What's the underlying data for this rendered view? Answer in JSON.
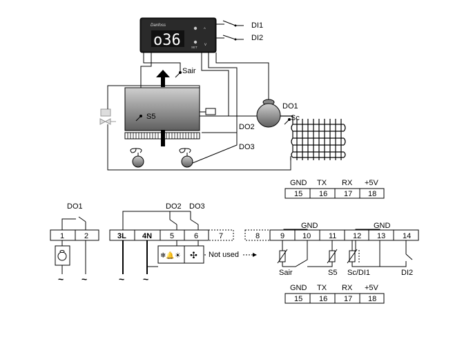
{
  "controller": {
    "brand": "Danfoss",
    "display": "o36",
    "set_label": "SET"
  },
  "top_diagram": {
    "di1": "DI1",
    "di2": "DI2",
    "sair": "Sair",
    "s5": "S5",
    "do1": "DO1",
    "sc": "Sc",
    "do2": "DO2",
    "do3": "DO3"
  },
  "comm_top": {
    "headers": [
      "GND",
      "TX",
      "RX",
      "+5V"
    ],
    "terminals": [
      "15",
      "16",
      "17",
      "18"
    ]
  },
  "wiring": {
    "do1_label": "DO1",
    "do2_label": "DO2",
    "do3_label": "DO3",
    "gnd1": "GND",
    "gnd2": "GND",
    "not_used": "Not used",
    "terminals_left": [
      "1",
      "2"
    ],
    "terminals_mid": [
      "3L",
      "4N",
      "5",
      "6",
      "7"
    ],
    "terminals_right": [
      "8",
      "9",
      "10",
      "11",
      "12",
      "13",
      "14"
    ],
    "sensor_labels": [
      "Sair",
      "S5",
      "Sc/DI1",
      "DI2"
    ],
    "tilde": "~"
  },
  "comm_bottom": {
    "headers": [
      "GND",
      "TX",
      "RX",
      "+5V"
    ],
    "terminals": [
      "15",
      "16",
      "17",
      "18"
    ]
  }
}
